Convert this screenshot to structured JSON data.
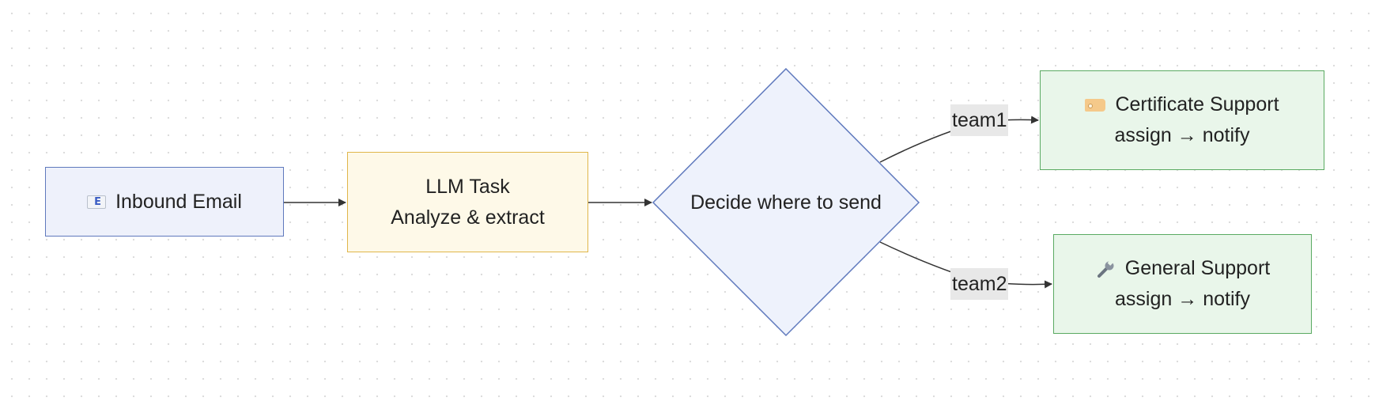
{
  "diagram": {
    "nodes": {
      "inbound_email": {
        "icon": "envelope-icon",
        "label": "Inbound Email"
      },
      "llm_task": {
        "line1": "LLM Task",
        "line2": "Analyze & extract"
      },
      "decision": {
        "label": "Decide where to send"
      },
      "certificate_support": {
        "icon": "tag-icon",
        "line1": "Certificate Support",
        "line2": "assign → notify"
      },
      "general_support": {
        "icon": "wrench-icon",
        "line1": "General Support",
        "line2": "assign → notify"
      }
    },
    "edges": {
      "team1_label": "team1",
      "team2_label": "team2"
    }
  },
  "colors": {
    "email_fill": "#eef1fb",
    "email_stroke": "#5f79bd",
    "llm_fill": "#fef9e8",
    "llm_stroke": "#e0b64a",
    "decision_fill": "#eef2fc",
    "decision_stroke": "#5f79bd",
    "support_fill": "#e9f6ea",
    "support_stroke": "#5aaa62",
    "edge": "#333333",
    "edge_label_bg": "#e8e8e8"
  }
}
